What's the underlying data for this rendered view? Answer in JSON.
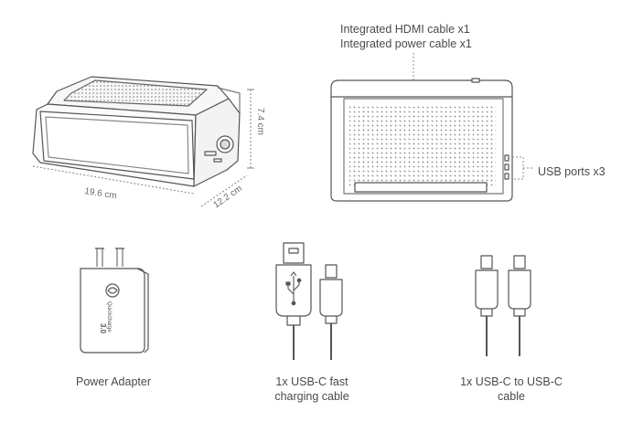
{
  "labels": {
    "hdmi_cable": "Integrated HDMI cable x1",
    "power_cable": "Integrated power cable x1",
    "usb_ports": "USB ports x3",
    "power_adapter": "Power Adapter",
    "usbc_fast_line1": "1x USB-C fast",
    "usbc_fast_line2": "charging cable",
    "usbc_to_usbc_line1": "1x USB-C to USB-C",
    "usbc_to_usbc_line2": "cable"
  },
  "dimensions": {
    "height": "7.4 cm",
    "length": "19.6 cm",
    "depth": "12.2 cm"
  },
  "adapter": {
    "badge_line1": "Quickcharge",
    "badge_line2": "3.0"
  },
  "icons": [
    "usb-symbol-icon",
    "quick-charge-logo-icon"
  ],
  "colors": {
    "line": "#555555",
    "text": "#4a4a4a",
    "dots": "#8a8a8a"
  }
}
